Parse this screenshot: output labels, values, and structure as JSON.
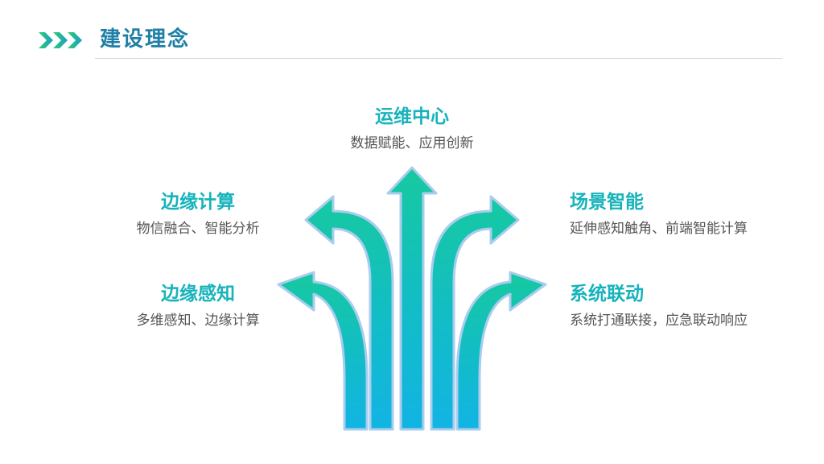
{
  "header": {
    "title": "建设理念",
    "icon": "triple-chevron-icon"
  },
  "colors": {
    "title": "#1f7fa6",
    "heading": "#16b3bb",
    "body": "#555555",
    "arrow_top": "#17c9a0",
    "arrow_bottom": "#12b4e3",
    "arrow_outline": "#a9cdee",
    "chevron_light": "#2ecc71",
    "chevron_dark": "#1aa0c8"
  },
  "items": [
    {
      "id": "top",
      "heading": "运维中心",
      "desc": "数据赋能、应用创新"
    },
    {
      "id": "left-upper",
      "heading": "边缘计算",
      "desc": "物信融合、智能分析"
    },
    {
      "id": "left-lower",
      "heading": "边缘感知",
      "desc": "多维感知、边缘计算"
    },
    {
      "id": "right-upper",
      "heading": "场景智能",
      "desc": "延伸感知触角、前端智能计算"
    },
    {
      "id": "right-lower",
      "heading": "系统联动",
      "desc": "系统打通联接，应急联动响应"
    }
  ]
}
